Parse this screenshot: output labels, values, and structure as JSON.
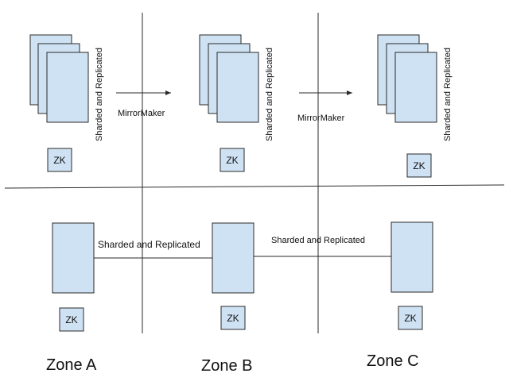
{
  "diagram": {
    "colors": {
      "box_fill": "#cfe2f3",
      "box_stroke": "#2a2a2a",
      "line": "#2a2a2a",
      "text": "#111111",
      "background": "#ffffff"
    },
    "top_row": {
      "stack_label": "Sharded and Replicated",
      "mirror_label": "MirrorMaker",
      "zk_label": "ZK"
    },
    "bottom_row": {
      "link_label": "Sharded and Replicated",
      "zk_label": "ZK"
    },
    "zones": {
      "a": "Zone A",
      "b": "Zone B",
      "c": "Zone C"
    }
  }
}
